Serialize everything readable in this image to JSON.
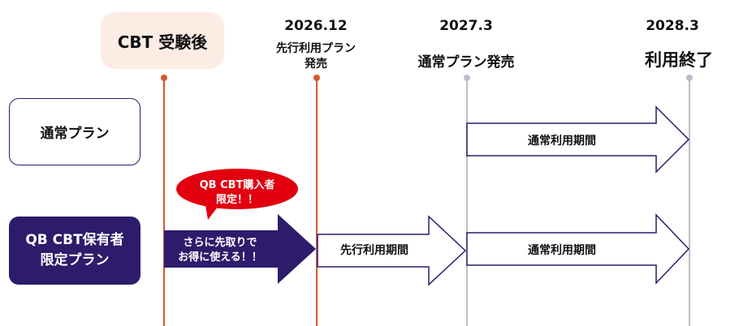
{
  "milestones": {
    "after_cbt": "CBT 受験後",
    "early_release_date": "2026.12",
    "early_release_line1": "先行利用プラン",
    "early_release_line2": "発売",
    "regular_release_date": "2027.3",
    "regular_release_label": "通常プラン発売",
    "end_date": "2028.3",
    "end_label": "利用終了"
  },
  "plans": {
    "regular": "通常プラン",
    "qb_line1": "QB CBT保有者",
    "qb_line2": "限定プラン"
  },
  "bubble": {
    "line1": "QB CBT購入者",
    "line2": "限定！！"
  },
  "arrows": {
    "early_access_line1": "さらに先取りで",
    "early_access_line2": "お得に使える！！",
    "early_period": "先行利用期間",
    "regular_period_top": "通常利用期間",
    "regular_period_bottom": "通常利用期間"
  },
  "colors": {
    "orange_line": "#d4582f",
    "gray_line": "#b9bec9",
    "navy": "#2d1c6b",
    "red": "#e2000f",
    "peach": "#fdece4"
  }
}
